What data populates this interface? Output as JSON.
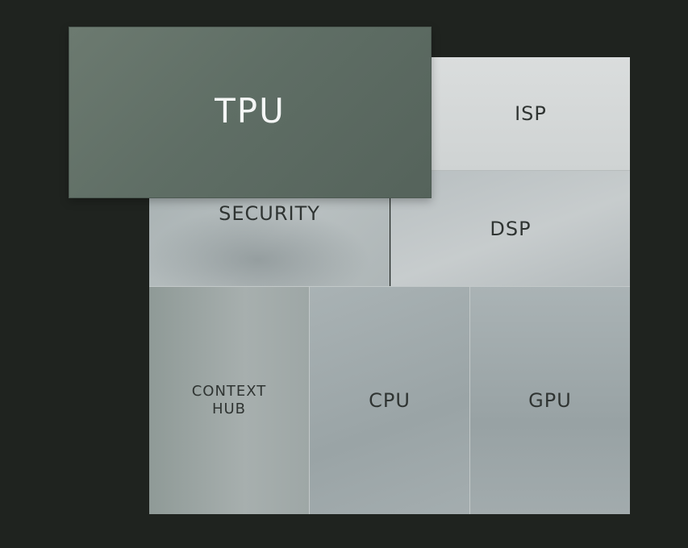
{
  "blocks": {
    "tpu": "TPU",
    "isp": "ISP",
    "security": "SECURITY",
    "dsp": "DSP",
    "context_hub": [
      "CONTEXT",
      "HUB"
    ],
    "cpu": "CPU",
    "gpu": "GPU"
  }
}
